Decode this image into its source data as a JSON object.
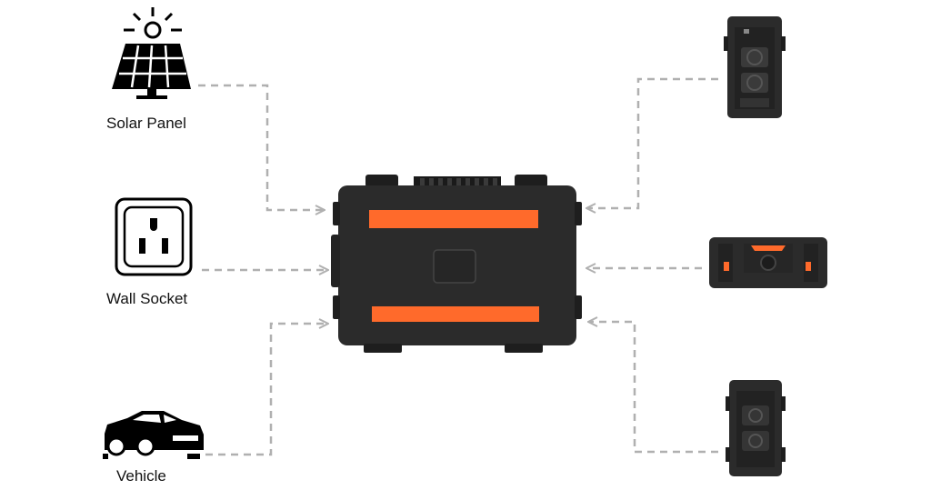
{
  "sources": [
    {
      "label": "Solar Panel",
      "icon": "solar-panel-icon"
    },
    {
      "label": "Wall Socket",
      "icon": "wall-socket-icon"
    },
    {
      "label": "Vehicle",
      "icon": "car-icon"
    }
  ],
  "center": {
    "icon": "power-station-case-icon",
    "stripe_color": "#ff6a2b",
    "body_color": "#2b2b2b"
  },
  "outputs": [
    {
      "icon": "battery-unit-side-icon"
    },
    {
      "icon": "battery-unit-top-icon"
    },
    {
      "icon": "battery-unit-front-icon"
    }
  ],
  "connector_color": "#b0b0b0"
}
